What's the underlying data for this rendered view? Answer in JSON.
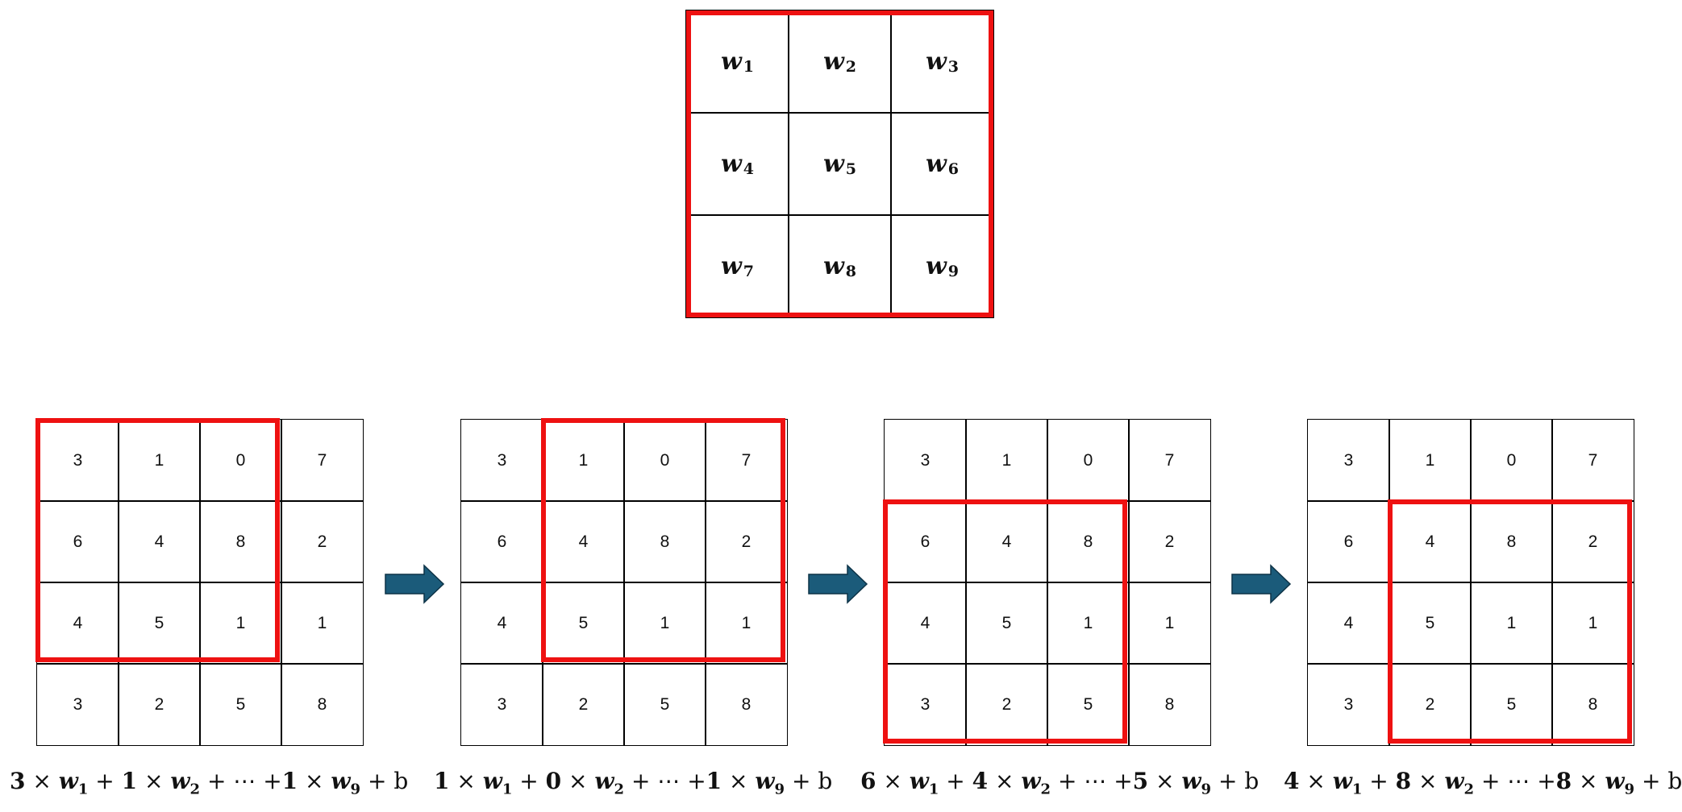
{
  "kernel": {
    "cells": [
      {
        "var": "w",
        "sub": "1"
      },
      {
        "var": "w",
        "sub": "2"
      },
      {
        "var": "w",
        "sub": "3"
      },
      {
        "var": "w",
        "sub": "4"
      },
      {
        "var": "w",
        "sub": "5"
      },
      {
        "var": "w",
        "sub": "6"
      },
      {
        "var": "w",
        "sub": "7"
      },
      {
        "var": "w",
        "sub": "8"
      },
      {
        "var": "w",
        "sub": "9"
      }
    ],
    "frame_color": "#ee1111"
  },
  "input_matrix": {
    "rows": [
      [
        "3",
        "1",
        "0",
        "7"
      ],
      [
        "6",
        "4",
        "8",
        "2"
      ],
      [
        "4",
        "5",
        "1",
        "1"
      ],
      [
        "3",
        "2",
        "5",
        "8"
      ]
    ]
  },
  "arrow_color": "#1b5b7a",
  "steps": [
    {
      "window": {
        "row": 0,
        "col": 0
      },
      "formula": [
        {
          "t": "b",
          "v": "3"
        },
        {
          "t": "op",
          "v": " × "
        },
        {
          "t": "w",
          "v": "w",
          "sub": "1"
        },
        {
          "t": "op",
          "v": " + "
        },
        {
          "t": "b",
          "v": "1"
        },
        {
          "t": "op",
          "v": " × "
        },
        {
          "t": "w",
          "v": "w",
          "sub": "2"
        },
        {
          "t": "op",
          "v": " + ⋯ +"
        },
        {
          "t": "b",
          "v": "1"
        },
        {
          "t": "op",
          "v": " × "
        },
        {
          "t": "w",
          "v": "w",
          "sub": "9"
        },
        {
          "t": "op",
          "v": " + b"
        }
      ]
    },
    {
      "window": {
        "row": 0,
        "col": 1
      },
      "formula": [
        {
          "t": "b",
          "v": "1"
        },
        {
          "t": "op",
          "v": " × "
        },
        {
          "t": "w",
          "v": "w",
          "sub": "1"
        },
        {
          "t": "op",
          "v": " + "
        },
        {
          "t": "b",
          "v": "0"
        },
        {
          "t": "op",
          "v": " × "
        },
        {
          "t": "w",
          "v": "w",
          "sub": "2"
        },
        {
          "t": "op",
          "v": " + ⋯ +"
        },
        {
          "t": "b",
          "v": "1"
        },
        {
          "t": "op",
          "v": " × "
        },
        {
          "t": "w",
          "v": "w",
          "sub": "9"
        },
        {
          "t": "op",
          "v": " + b"
        }
      ]
    },
    {
      "window": {
        "row": 1,
        "col": 0
      },
      "formula": [
        {
          "t": "b",
          "v": "6"
        },
        {
          "t": "op",
          "v": " × "
        },
        {
          "t": "w",
          "v": "w",
          "sub": "1"
        },
        {
          "t": "op",
          "v": " + "
        },
        {
          "t": "b",
          "v": "4"
        },
        {
          "t": "op",
          "v": " × "
        },
        {
          "t": "w",
          "v": "w",
          "sub": "2"
        },
        {
          "t": "op",
          "v": " + ⋯ +"
        },
        {
          "t": "b",
          "v": "5"
        },
        {
          "t": "op",
          "v": " × "
        },
        {
          "t": "w",
          "v": "w",
          "sub": "9"
        },
        {
          "t": "op",
          "v": " + b"
        }
      ]
    },
    {
      "window": {
        "row": 1,
        "col": 1
      },
      "formula": [
        {
          "t": "b",
          "v": "4"
        },
        {
          "t": "op",
          "v": " × "
        },
        {
          "t": "w",
          "v": "w",
          "sub": "1"
        },
        {
          "t": "op",
          "v": " + "
        },
        {
          "t": "b",
          "v": "8"
        },
        {
          "t": "op",
          "v": " × "
        },
        {
          "t": "w",
          "v": "w",
          "sub": "2"
        },
        {
          "t": "op",
          "v": " + ⋯ +"
        },
        {
          "t": "b",
          "v": "8"
        },
        {
          "t": "op",
          "v": " × "
        },
        {
          "t": "w",
          "v": "w",
          "sub": "9"
        },
        {
          "t": "op",
          "v": " + b"
        }
      ]
    }
  ]
}
